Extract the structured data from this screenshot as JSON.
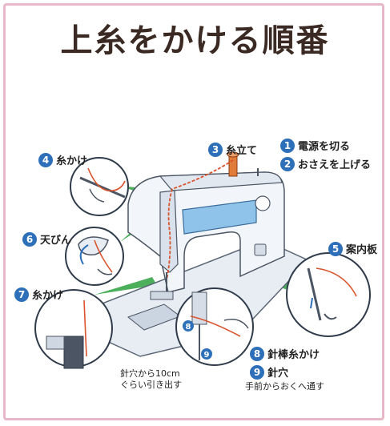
{
  "title": "上糸をかける順番",
  "steps": [
    {
      "num": "1",
      "label": "電源を切る"
    },
    {
      "num": "2",
      "label": "おさえを上げる"
    },
    {
      "num": "3",
      "label": "糸立て"
    },
    {
      "num": "4",
      "label": "糸かけ"
    },
    {
      "num": "5",
      "label": "案内板"
    },
    {
      "num": "6",
      "label": "天びん"
    },
    {
      "num": "7",
      "label": "糸かけ"
    },
    {
      "num": "8",
      "label": "針棒糸かけ"
    },
    {
      "num": "9",
      "label": "針穴",
      "sub": "手前からおくへ通す"
    }
  ],
  "note": {
    "line1": "針穴から10cm",
    "line2": "ぐらい引き出す"
  },
  "inset_marks": {
    "a": "8",
    "b": "9"
  },
  "colors": {
    "accent_blue": "#2d6fb8",
    "thread": "#d9532b",
    "highlight": "#37a64a",
    "frame": "#e7b9c6"
  }
}
